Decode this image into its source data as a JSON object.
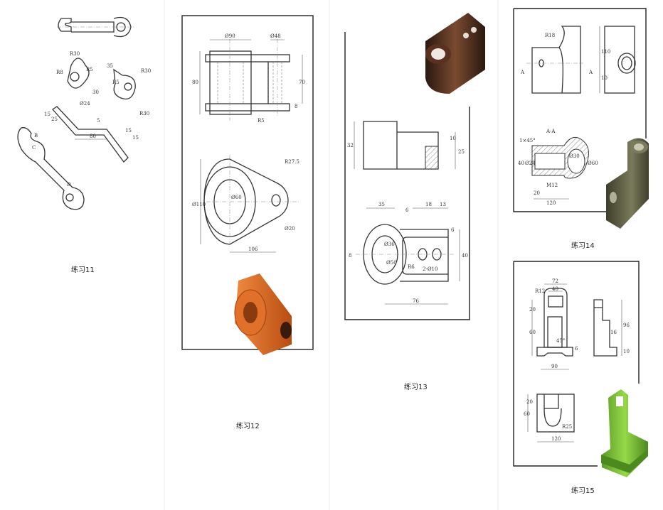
{
  "exercises": [
    {
      "caption": "练习11",
      "labels": [
        "R30",
        "R8",
        "R5",
        "R30",
        "R5",
        "R30",
        "35",
        "Ø24",
        "30",
        "15",
        "25",
        "15",
        "80",
        "5",
        "15",
        "B",
        "C",
        "D"
      ]
    },
    {
      "caption": "练习12",
      "labels": [
        "Ø90",
        "Ø48",
        "80",
        "70",
        "8",
        "R5",
        "R27.5",
        "Ø110",
        "Ø60",
        "Ø20",
        "106"
      ]
    },
    {
      "caption": "练习13",
      "labels": [
        "32",
        "10",
        "25",
        "35",
        "6",
        "18",
        "13",
        "8",
        "Ø36",
        "Ø50",
        "R6",
        "2-Ø10",
        "6",
        "40",
        "76"
      ]
    },
    {
      "caption": "练习14",
      "labels": [
        "R18",
        "A",
        "A",
        "110",
        "10",
        "A-A",
        "1×45°",
        "40",
        "Ø24",
        "Ø30",
        "Ø60",
        "M12",
        "20",
        "120"
      ]
    },
    {
      "caption": "练习15",
      "labels": [
        "72",
        "40",
        "R12",
        "20",
        "60",
        "45°",
        "6",
        "90",
        "96",
        "10",
        "16",
        "20",
        "60",
        "R25",
        "120"
      ]
    }
  ],
  "colors": {
    "model12": "#e0702a",
    "model13": "#4a2a1c",
    "model14": "#5a5a40",
    "model15": "#7cc43a"
  }
}
